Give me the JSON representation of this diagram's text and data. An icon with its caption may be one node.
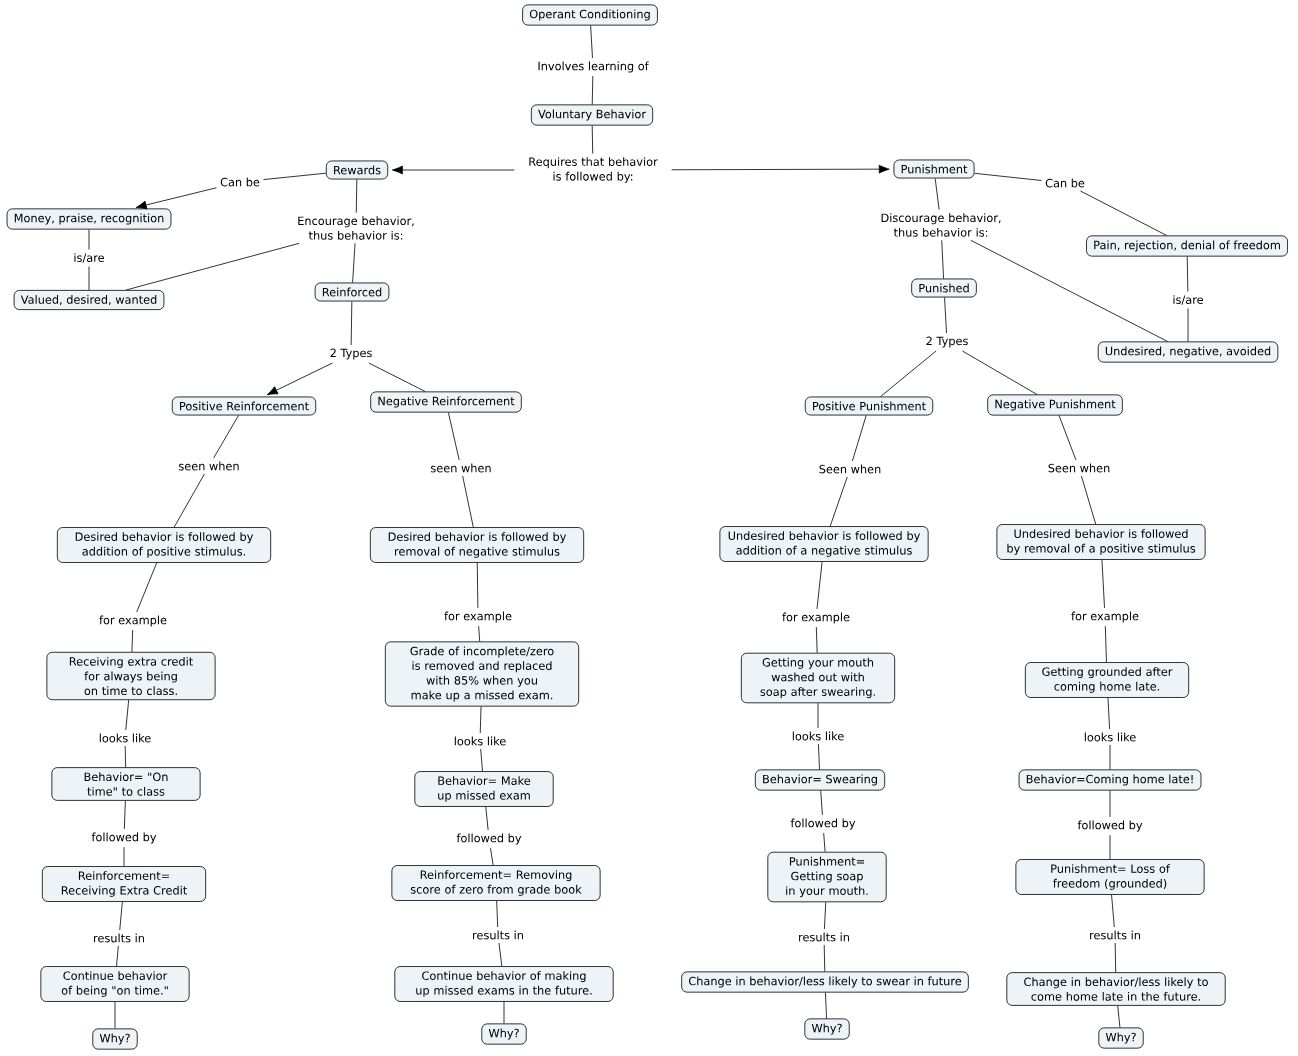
{
  "diagram": {
    "nodes": [
      {
        "text": [
          "Operant Conditioning"
        ]
      },
      {
        "text": [
          "Involves learning of"
        ]
      },
      {
        "text": [
          "Voluntary Behavior"
        ]
      },
      {
        "text": [
          "Requires that behavior is followed by:"
        ]
      },
      {
        "text": [
          "Rewards"
        ]
      },
      {
        "text": [
          "Punishment"
        ]
      },
      {
        "text": [
          "Can be"
        ]
      },
      {
        "text": [
          "Money, praise, recognition"
        ]
      },
      {
        "text": [
          "is/are"
        ]
      },
      {
        "text": [
          "Valued, desired, wanted"
        ]
      },
      {
        "text": [
          "Encourage behavior, thus behavior is:"
        ]
      },
      {
        "text": [
          "Reinforced"
        ]
      },
      {
        "text": [
          "2 Types"
        ]
      },
      {
        "text": [
          "Positive Reinforcement"
        ]
      },
      {
        "text": [
          "Negative Reinforcement"
        ]
      },
      {
        "text": [
          "seen when"
        ]
      },
      {
        "text": [
          "Desired behavior is followed by addition of positive stimulus."
        ]
      },
      {
        "text": [
          "for example"
        ]
      },
      {
        "text": [
          "Receiving extra credit for always being on time to class."
        ]
      },
      {
        "text": [
          "looks like"
        ]
      },
      {
        "text": [
          "Behavior= \"On time\" to class"
        ]
      },
      {
        "text": [
          "followed by"
        ]
      },
      {
        "text": [
          "Reinforcement= Receiving Extra Credit"
        ]
      },
      {
        "text": [
          "results in"
        ]
      },
      {
        "text": [
          "Continue behavior of being \"on time.\""
        ]
      },
      {
        "text": [
          "Why?"
        ]
      },
      {
        "text": [
          "seen when"
        ]
      },
      {
        "text": [
          "Desired behavior is followed by removal of negative stimulus"
        ]
      },
      {
        "text": [
          "for example"
        ]
      },
      {
        "text": [
          "Grade of incomplete/zero is removed and replaced with 85% when you make up a missed exam."
        ]
      },
      {
        "text": [
          "looks like"
        ]
      },
      {
        "text": [
          "Behavior= Make up missed exam"
        ]
      },
      {
        "text": [
          "followed by"
        ]
      },
      {
        "text": [
          "Reinforcement= Removing score of zero from grade book"
        ]
      },
      {
        "text": [
          "results in"
        ]
      },
      {
        "text": [
          "Continue behavior of making up missed exams in the future."
        ]
      },
      {
        "text": [
          "Why?"
        ]
      },
      {
        "text": [
          "Can be"
        ]
      },
      {
        "text": [
          "Pain, rejection, denial of freedom"
        ]
      },
      {
        "text": [
          "Discourage behavior, thus behavior is:"
        ]
      },
      {
        "text": [
          "is/are"
        ]
      },
      {
        "text": [
          "Undesired, negative, avoided"
        ]
      },
      {
        "text": [
          "Punished"
        ]
      },
      {
        "text": [
          "2 Types"
        ]
      },
      {
        "text": [
          "Positive Punishment"
        ]
      },
      {
        "text": [
          "Negative Punishment"
        ]
      },
      {
        "text": [
          "Seen when"
        ]
      },
      {
        "text": [
          "Undesired behavior is followed by addition of a negative stimulus"
        ]
      },
      {
        "text": [
          "for example"
        ]
      },
      {
        "text": [
          "Getting your mouth washed out with soap after swearing."
        ]
      },
      {
        "text": [
          "looks like"
        ]
      },
      {
        "text": [
          "Behavior= Swearing"
        ]
      },
      {
        "text": [
          "followed by"
        ]
      },
      {
        "text": [
          "Punishment= Getting soap in your mouth."
        ]
      },
      {
        "text": [
          "results in"
        ]
      },
      {
        "text": [
          "Change in behavior/less likely to swear in future"
        ]
      },
      {
        "text": [
          "Why?"
        ]
      },
      {
        "text": [
          "Seen when"
        ]
      },
      {
        "text": [
          "Undesired behavior is followed by removal of a positive stimulus"
        ]
      },
      {
        "text": [
          "for example"
        ]
      },
      {
        "text": [
          "Getting grounded after coming home late."
        ]
      },
      {
        "text": [
          "looks like"
        ]
      },
      {
        "text": [
          "Behavior=Coming home late!"
        ]
      },
      {
        "text": [
          "followed by"
        ]
      },
      {
        "text": [
          "Punishment= Loss of freedom (grounded)"
        ]
      },
      {
        "text": [
          "results in"
        ]
      },
      {
        "text": [
          "Change in behavior/less likely to come home late in the future."
        ]
      },
      {
        "text": [
          "Why?"
        ]
      }
    ],
    "edges": [
      {
        "from": 0,
        "to": 1,
        "arrow": "none"
      },
      {
        "from": 1,
        "to": 2,
        "arrow": "none"
      },
      {
        "from": 2,
        "to": 3,
        "arrow": "none"
      },
      {
        "from": 3,
        "to": 4,
        "arrow": "to"
      },
      {
        "from": 3,
        "to": 5,
        "arrow": "to"
      },
      {
        "from": 4,
        "to": 6,
        "arrow": "none"
      },
      {
        "from": 6,
        "to": 7,
        "arrow": "to"
      },
      {
        "from": 7,
        "to": 8,
        "arrow": "none"
      },
      {
        "from": 8,
        "to": 9,
        "arrow": "none"
      },
      {
        "from": 4,
        "to": 10,
        "arrow": "none"
      },
      {
        "from": 10,
        "to": 9,
        "arrow": "none"
      },
      {
        "from": 10,
        "to": 11,
        "arrow": "none"
      },
      {
        "from": 11,
        "to": 12,
        "arrow": "none"
      },
      {
        "from": 12,
        "to": 13,
        "arrow": "to"
      },
      {
        "from": 12,
        "to": 14,
        "arrow": "none"
      },
      {
        "from": 13,
        "to": 15,
        "arrow": "none"
      },
      {
        "from": 15,
        "to": 16,
        "arrow": "none"
      },
      {
        "from": 16,
        "to": 17,
        "arrow": "none"
      },
      {
        "from": 17,
        "to": 18,
        "arrow": "none"
      },
      {
        "from": 18,
        "to": 19,
        "arrow": "none"
      },
      {
        "from": 19,
        "to": 20,
        "arrow": "none"
      },
      {
        "from": 20,
        "to": 21,
        "arrow": "none"
      },
      {
        "from": 21,
        "to": 22,
        "arrow": "none"
      },
      {
        "from": 22,
        "to": 23,
        "arrow": "none"
      },
      {
        "from": 23,
        "to": 24,
        "arrow": "none"
      },
      {
        "from": 24,
        "to": 25,
        "arrow": "none"
      },
      {
        "from": 14,
        "to": 26,
        "arrow": "none"
      },
      {
        "from": 26,
        "to": 27,
        "arrow": "none"
      },
      {
        "from": 27,
        "to": 28,
        "arrow": "none"
      },
      {
        "from": 28,
        "to": 29,
        "arrow": "none"
      },
      {
        "from": 29,
        "to": 30,
        "arrow": "none"
      },
      {
        "from": 30,
        "to": 31,
        "arrow": "none"
      },
      {
        "from": 31,
        "to": 32,
        "arrow": "none"
      },
      {
        "from": 32,
        "to": 33,
        "arrow": "none"
      },
      {
        "from": 33,
        "to": 34,
        "arrow": "none"
      },
      {
        "from": 34,
        "to": 35,
        "arrow": "none"
      },
      {
        "from": 35,
        "to": 36,
        "arrow": "none"
      },
      {
        "from": 5,
        "to": 37,
        "arrow": "none"
      },
      {
        "from": 37,
        "to": 38,
        "arrow": "none"
      },
      {
        "from": 5,
        "to": 39,
        "arrow": "none"
      },
      {
        "from": 38,
        "to": 40,
        "arrow": "none"
      },
      {
        "from": 40,
        "to": 41,
        "arrow": "none"
      },
      {
        "from": 39,
        "to": 41,
        "arrow": "none"
      },
      {
        "from": 39,
        "to": 42,
        "arrow": "none"
      },
      {
        "from": 42,
        "to": 43,
        "arrow": "none"
      },
      {
        "from": 43,
        "to": 44,
        "arrow": "none"
      },
      {
        "from": 43,
        "to": 45,
        "arrow": "none"
      },
      {
        "from": 44,
        "to": 46,
        "arrow": "none"
      },
      {
        "from": 46,
        "to": 47,
        "arrow": "none"
      },
      {
        "from": 47,
        "to": 48,
        "arrow": "none"
      },
      {
        "from": 48,
        "to": 49,
        "arrow": "none"
      },
      {
        "from": 49,
        "to": 50,
        "arrow": "none"
      },
      {
        "from": 50,
        "to": 51,
        "arrow": "none"
      },
      {
        "from": 51,
        "to": 52,
        "arrow": "none"
      },
      {
        "from": 52,
        "to": 53,
        "arrow": "none"
      },
      {
        "from": 53,
        "to": 54,
        "arrow": "none"
      },
      {
        "from": 54,
        "to": 55,
        "arrow": "none"
      },
      {
        "from": 55,
        "to": 56,
        "arrow": "none"
      },
      {
        "from": 45,
        "to": 57,
        "arrow": "none"
      },
      {
        "from": 57,
        "to": 58,
        "arrow": "none"
      },
      {
        "from": 58,
        "to": 59,
        "arrow": "none"
      },
      {
        "from": 59,
        "to": 60,
        "arrow": "none"
      },
      {
        "from": 60,
        "to": 61,
        "arrow": "none"
      },
      {
        "from": 61,
        "to": 62,
        "arrow": "none"
      },
      {
        "from": 62,
        "to": 63,
        "arrow": "none"
      },
      {
        "from": 63,
        "to": 64,
        "arrow": "none"
      },
      {
        "from": 64,
        "to": 65,
        "arrow": "none"
      },
      {
        "from": 65,
        "to": 66,
        "arrow": "none"
      },
      {
        "from": 66,
        "to": 67,
        "arrow": "none"
      }
    ]
  }
}
